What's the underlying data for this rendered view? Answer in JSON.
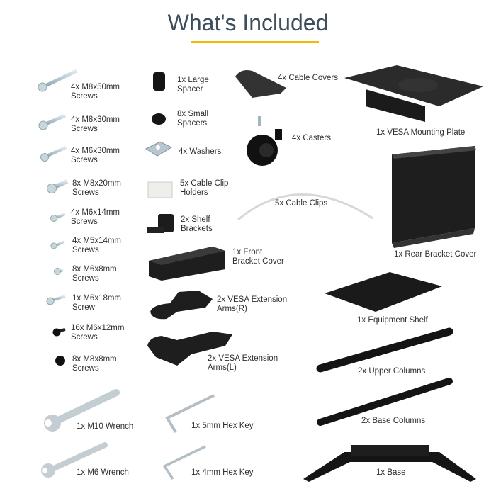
{
  "header": {
    "title": "What's Included",
    "accent_color": "#f5b800",
    "title_color": "#3d4f5c"
  },
  "items": [
    {
      "label": "4x M8x50mm\nScrews",
      "icon": "long-screw-icon"
    },
    {
      "label": "4x M8x30mm\nScrews",
      "icon": "screw-icon"
    },
    {
      "label": "4x M6x30mm\nScrews",
      "icon": "screw-icon"
    },
    {
      "label": "8x M8x20mm\nScrews",
      "icon": "screw-icon"
    },
    {
      "label": "4x M6x14mm\nScrews",
      "icon": "screw-icon"
    },
    {
      "label": "4x M5x14mm\nScrews",
      "icon": "screw-icon"
    },
    {
      "label": "8x M6x8mm\nScrews",
      "icon": "screw-icon"
    },
    {
      "label": "1x M6x18mm\nScrew",
      "icon": "screw-icon"
    },
    {
      "label": "16x M6x12mm\nScrews",
      "icon": "black-screw-icon"
    },
    {
      "label": "8x M8x8mm\nScrews",
      "icon": "black-screw-icon"
    },
    {
      "label": "1x Large\nSpacer",
      "icon": "spacer-icon"
    },
    {
      "label": "8x Small\nSpacers",
      "icon": "spacer-icon"
    },
    {
      "label": "4x Washers",
      "icon": "washer-icon"
    },
    {
      "label": "5x Cable Clip\nHolders",
      "icon": "cable-clip-holder-icon"
    },
    {
      "label": "2x Shelf\nBrackets",
      "icon": "shelf-bracket-icon"
    },
    {
      "label": "1x Front\nBracket Cover",
      "icon": "bracket-cover-icon"
    },
    {
      "label": "2x VESA Extension\nArms(R)",
      "icon": "extension-arm-icon"
    },
    {
      "label": "2x VESA Extension\nArms(L)",
      "icon": "extension-arm-icon"
    },
    {
      "label": "4x Cable Covers",
      "icon": "cable-cover-icon"
    },
    {
      "label": "4x Casters",
      "icon": "caster-icon"
    },
    {
      "label": "5x Cable Clips",
      "icon": "cable-tie-icon"
    },
    {
      "label": "1x VESA Mounting Plate",
      "icon": "mounting-plate-icon"
    },
    {
      "label": "1x Rear Bracket Cover",
      "icon": "rear-cover-icon"
    },
    {
      "label": "1x Equipment Shelf",
      "icon": "shelf-icon"
    },
    {
      "label": "2x Upper Columns",
      "icon": "column-icon"
    },
    {
      "label": "2x Base Columns",
      "icon": "column-icon"
    },
    {
      "label": "1x M10 Wrench",
      "icon": "wrench-icon"
    },
    {
      "label": "1x 5mm Hex Key",
      "icon": "hex-key-icon"
    },
    {
      "label": "1x M6 Wrench",
      "icon": "wrench-icon"
    },
    {
      "label": "1x 4mm Hex Key",
      "icon": "hex-key-icon"
    },
    {
      "label": "1x Base",
      "icon": "base-icon"
    }
  ]
}
